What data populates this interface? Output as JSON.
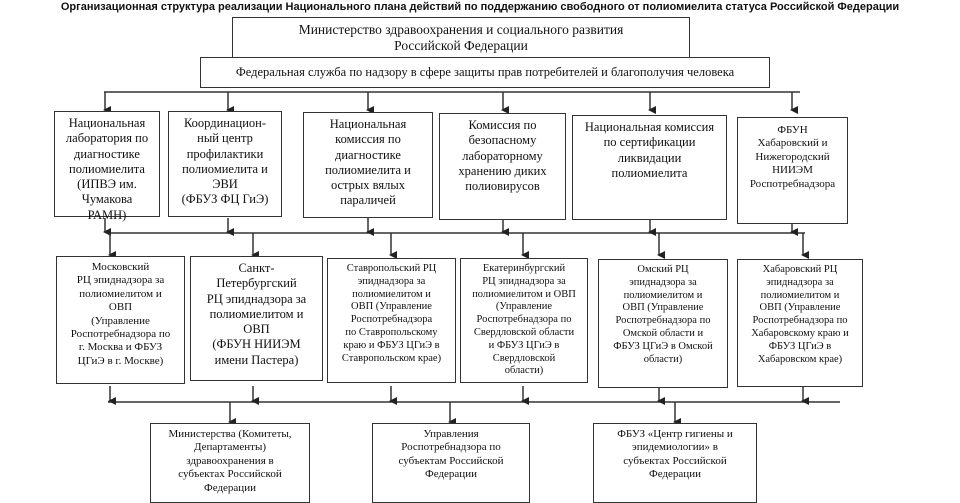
{
  "title": "Организационная структура реализации Национального плана действий по поддержанию свободного от полиомиелита статуса Российской Федерации",
  "ministry": "Министерство здравоохранения и социального развития\nРоссийской Федерации",
  "federal_service": "Федеральная служба по надзору в сфере защиты прав потребителей и благополучия человека",
  "level1": [
    "Национальная\nлаборатория по\nдиагностике\nполиомиелита\n(ИПВЭ им.\nЧумакова\nРАМН)",
    "Координацион-\nный центр\nпрофилактики\nполиомиелита и\nЭВИ\n(ФБУЗ ФЦ ГиЭ)",
    "Национальная\nкомиссия по\nдиагностике\nполиомиелита и\nострых вялых\nпараличей",
    "Комиссия по\nбезопасному\nлабораторному\nхранению диких\nполиовирусов",
    "Национальная комиссия\nпо сертификации\nликвидации\nполиомиелита",
    "ФБУН\nХабаровский и\nНижегородский\nНИИЭМ\nРоспотребнадзора"
  ],
  "level2": [
    "Московский\nРЦ эпиднадзора за\nполиомиелитом и\nОВП\n(Управление\nРоспотребнадзора по\nг. Москва и ФБУЗ\nЦГиЭ в г. Москве)",
    "Санкт-\nПетербургский\nРЦ эпиднадзора за\nполиомиелитом и\nОВП\n(ФБУН НИИЭМ\nимени Пастера)",
    "Ставропольский РЦ\nэпиднадзора за\nполиомиелитом и\nОВП (Управление\nРоспотребнадзора\nпо Ставропольскому\nкраю и ФБУЗ ЦГиЭ в\nСтавропольском крае)",
    "Екатеринбургский\nРЦ эпиднадзора за\nполиомиелитом и ОВП\n(Управление\nРоспотребнадзора по\nСвердловской области\nи ФБУЗ ЦГиЭ в\nСвердловской\nобласти)",
    "Омский РЦ\nэпиднадзора за\nполиомиелитом и\nОВП (Управление\nРоспотребнадзора по\nОмской области и\nФБУЗ ЦГиЭ в Омской\nобласти)",
    "Хабаровский РЦ\nэпиднадзора за\nполиомиелитом и\nОВП (Управление\nРоспотребнадзора по\nХабаровскому краю и\nФБУЗ ЦГиЭ в\nХабаровском крае)"
  ],
  "level3": [
    "Министерства (Комитеты,\nДепартаменты)\nздравоохранения в\nсубъектах Российской\nФедерации",
    "Управления\nРоспотребнадзора по\nсубъектам Российской\nФедерации",
    "ФБУЗ «Центр гигиены и\nэпидемиологии» в\nсубъектах Российской\nФедерации"
  ]
}
